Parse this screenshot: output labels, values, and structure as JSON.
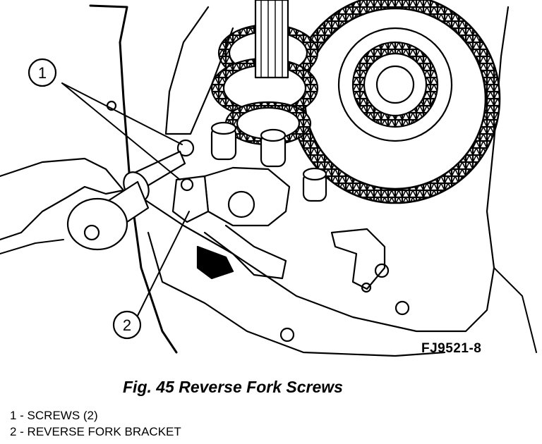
{
  "figure": {
    "code": "FJ9521-8",
    "caption": "Fig. 45 Reverse Fork Screws",
    "callouts": [
      {
        "number": "1"
      },
      {
        "number": "2"
      }
    ]
  },
  "legend": {
    "items": [
      {
        "text": "1 - SCREWS (2)"
      },
      {
        "text": "2 - REVERSE FORK BRACKET"
      }
    ]
  }
}
